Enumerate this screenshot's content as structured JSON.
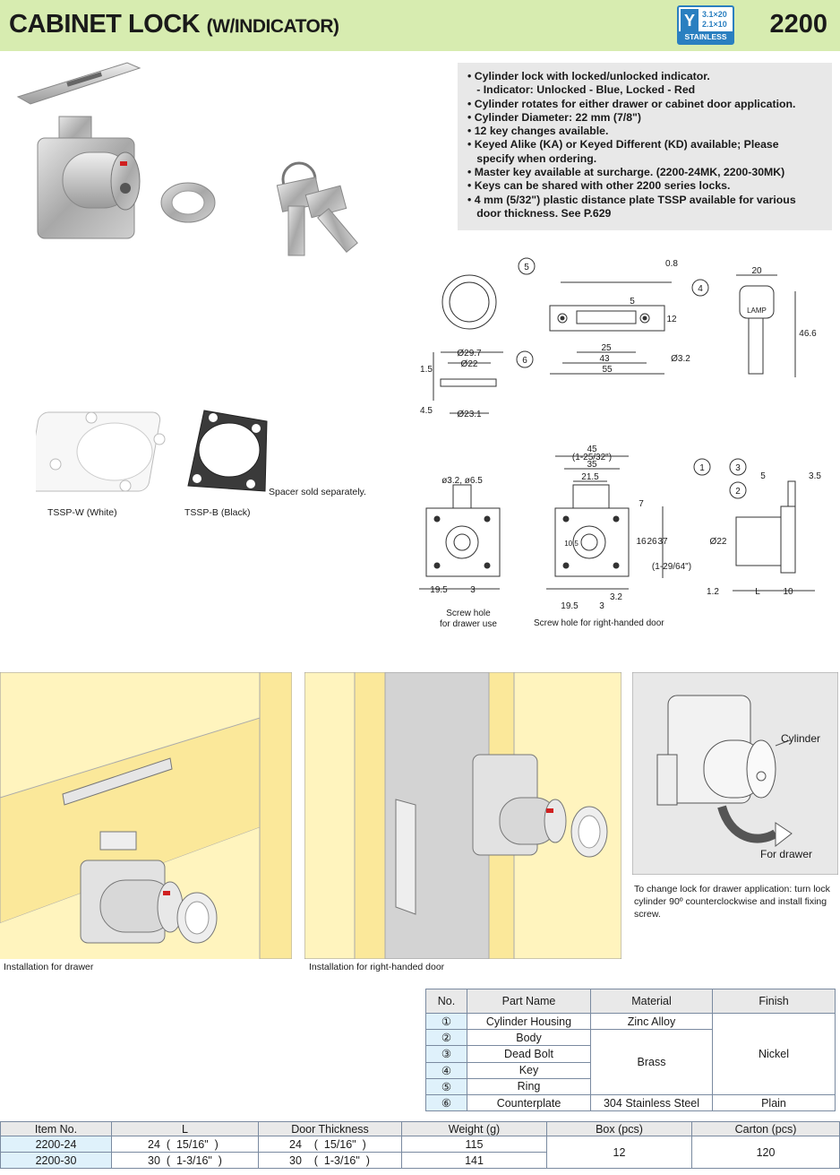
{
  "header": {
    "title": "CABINET LOCK",
    "title_suffix": "(W/INDICATOR)",
    "model_number": "2200",
    "badge": {
      "line1": "3.1×20",
      "line2": "2.1×10",
      "label": "STAINLESS"
    }
  },
  "features": [
    "• Cylinder lock with locked/unlocked indicator.",
    "   - Indicator: Unlocked - Blue, Locked - Red",
    "• Cylinder rotates for either drawer or cabinet door application.",
    "• Cylinder Diameter: 22 mm (7/8\")",
    "• 12 key changes available.",
    "• Keyed Alike (KA) or Keyed Different (KD) available; Please",
    "   specify when ordering.",
    "• Master key available at surcharge. (2200-24MK, 2200-30MK)",
    "• Keys can be shared with other 2200 series locks.",
    "• 4 mm (5/32\") plastic distance plate TSSP available for various",
    "   door thickness. See P.629"
  ],
  "spacers": {
    "white_label": "TSSP-W (White)",
    "black_label": "TSSP-B (Black)",
    "note": "Spacer sold separately."
  },
  "drawing_labels": {
    "ring_d1": "Ø29.7",
    "ring_d2": "Ø22",
    "ring_d3": "Ø23.1",
    "ring_t1": "1.5",
    "ring_t2": "4.5",
    "plate_t": "0.8",
    "plate_h1": "5",
    "plate_h2": "12",
    "plate_w1": "25",
    "plate_w2": "43",
    "plate_w3": "55",
    "plate_hole": "Ø3.2",
    "key_w": "20",
    "key_h": "46.6",
    "key_brand": "LAMP",
    "holes": "ø3.2, ø6.5",
    "front_w1": "45",
    "front_w1_in": "(1-25/32\")",
    "front_w2": "35",
    "front_w3": "21.5",
    "front_h1": "7",
    "front_h2": "16",
    "front_h3": "26",
    "front_h4": "37",
    "front_h4_in": "(1-29/64\")",
    "front_bolt": "10.5",
    "d_19_5": "19.5",
    "d_3": "3",
    "d_3_2": "3.2",
    "screw_drawer_1": "Screw hole",
    "screw_drawer_2": "for drawer use",
    "screw_door": "Screw hole for right-handed door",
    "side_5": "5",
    "side_3_5": "3.5",
    "side_d22": "Ø22",
    "side_1_2": "1.2",
    "side_L": "L",
    "side_10": "10",
    "callouts": [
      "1",
      "2",
      "3",
      "4",
      "5",
      "6"
    ]
  },
  "install": {
    "drawer_caption": "Installation for drawer",
    "door_caption": "Installation for right-handed door",
    "cylinder_label": "Cylinder",
    "for_drawer_label": "For drawer",
    "change_note": "To change lock for drawer application: turn lock cylinder 90º counterclockwise and install fixing screw."
  },
  "parts_table": {
    "headers": [
      "No.",
      "Part Name",
      "Material",
      "Finish"
    ],
    "rows": [
      {
        "no": "①",
        "name": "Cylinder Housing",
        "material": "Zinc Alloy"
      },
      {
        "no": "②",
        "name": "Body"
      },
      {
        "no": "③",
        "name": "Dead Bolt"
      },
      {
        "no": "④",
        "name": "Key"
      },
      {
        "no": "⑤",
        "name": "Ring"
      },
      {
        "no": "⑥",
        "name": "Counterplate",
        "material": "304 Stainless Steel",
        "finish": "Plain"
      }
    ],
    "brass": "Brass",
    "nickel": "Nickel"
  },
  "items_table": {
    "headers": [
      "Item No.",
      "L",
      "Door Thickness",
      "Weight (g)",
      "Box (pcs)",
      "Carton (pcs)"
    ],
    "rows": [
      {
        "item": "2200-24",
        "l": "24  (  15/16\"  )",
        "door": "24    (  15/16\"  )",
        "weight": "115"
      },
      {
        "item": "2200-30",
        "l": "30  (  1-3/16\"  )",
        "door": "30    (  1-3/16\"  )",
        "weight": "141"
      }
    ],
    "box": "12",
    "carton": "120"
  },
  "colors": {
    "header_bg": "#d7ecb0",
    "feature_bg": "#e8e8e8",
    "badge_blue": "#2a7fc0",
    "table_cell_bg": "#dff1fb",
    "install_bg": "#fff4be"
  }
}
